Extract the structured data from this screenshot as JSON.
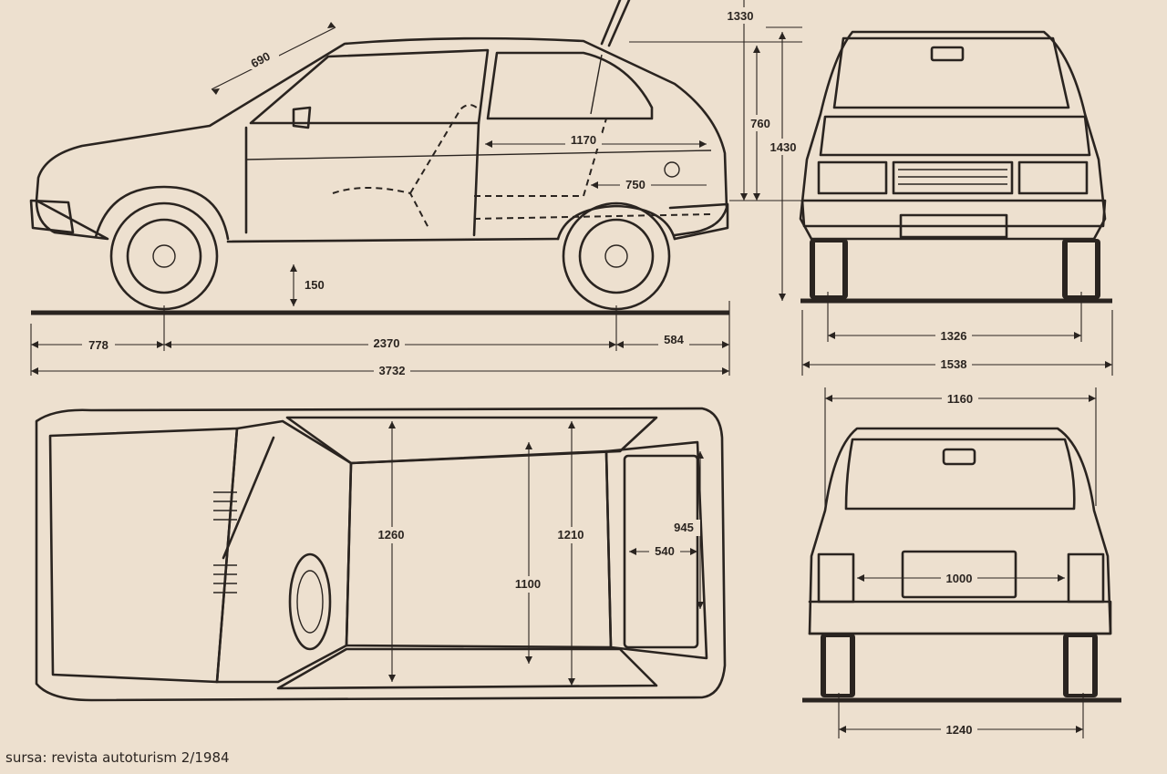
{
  "caption": "sursa: revista autoturism 2/1984",
  "side_view": {
    "dims": {
      "windshield": "690",
      "height": "1330",
      "glass_height": "760",
      "total_height": "1430",
      "interior_length": "1170",
      "rear_seat": "750",
      "ground_clearance": "150",
      "front_overhang": "778",
      "wheelbase": "2370",
      "rear_overhang": "584",
      "length": "3732"
    }
  },
  "front_view": {
    "dims": {
      "track": "1326",
      "width": "1538"
    }
  },
  "top_view": {
    "dims": {
      "front_width": "1260",
      "roof_width": "1210",
      "rear_inner": "1100",
      "boot_width": "945",
      "boot_length": "540"
    }
  },
  "rear_view": {
    "dims": {
      "body_width": "1160",
      "plate_width": "1000",
      "rear_track": "1240"
    }
  }
}
